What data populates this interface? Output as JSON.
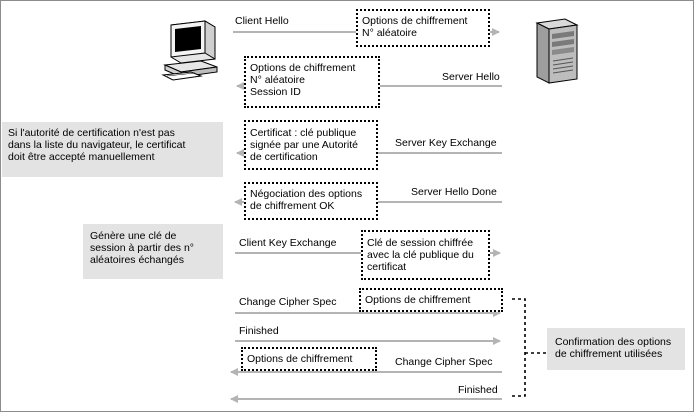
{
  "messages": {
    "client_hello": "Client Hello",
    "server_hello": "Server Hello",
    "server_key_exchange": "Server Key Exchange",
    "server_hello_done": "Server Hello Done",
    "client_key_exchange": "Client Key Exchange",
    "change_cipher_spec_client": "Change Cipher Spec",
    "finished_client": "Finished",
    "change_cipher_spec_server": "Change Cipher Spec",
    "finished_server": "Finished"
  },
  "boxes": {
    "client_hello_box": [
      "Options de chiffrement",
      "N° aléatoire"
    ],
    "server_hello_box": [
      "Options de chiffrement",
      "N° aléatoire",
      "Session ID"
    ],
    "certificate_box": [
      "Certificat : clé publique",
      "signée par une Autorité",
      "de certification"
    ],
    "negotiation_box": [
      "Négociation des options",
      "de chiffrement OK"
    ],
    "session_key_box": [
      "Clé de session chiffrée",
      "avec la clé publique du",
      "certificat"
    ],
    "client_ccs_box": [
      "Options de chiffrement"
    ],
    "server_ccs_box": [
      "Options de chiffrement"
    ]
  },
  "notes": {
    "certificate_note": [
      "Si l'autorité de certification n'est pas",
      "dans la liste du navigateur, le certificat",
      "doit être accepté manuellement"
    ],
    "session_key_note": [
      "Génère une clé de",
      "session à partir des n°",
      "aléatoires échangés"
    ],
    "confirmation_note": [
      "Confirmation des options",
      "de chiffrement utilisées"
    ]
  },
  "icons": {
    "client": "desktop-computer-icon",
    "server": "server-tower-icon"
  },
  "colors": {
    "arrow": "#b4b4b4",
    "note_background": "#e3e3e3",
    "border": "#8c8c8c"
  }
}
